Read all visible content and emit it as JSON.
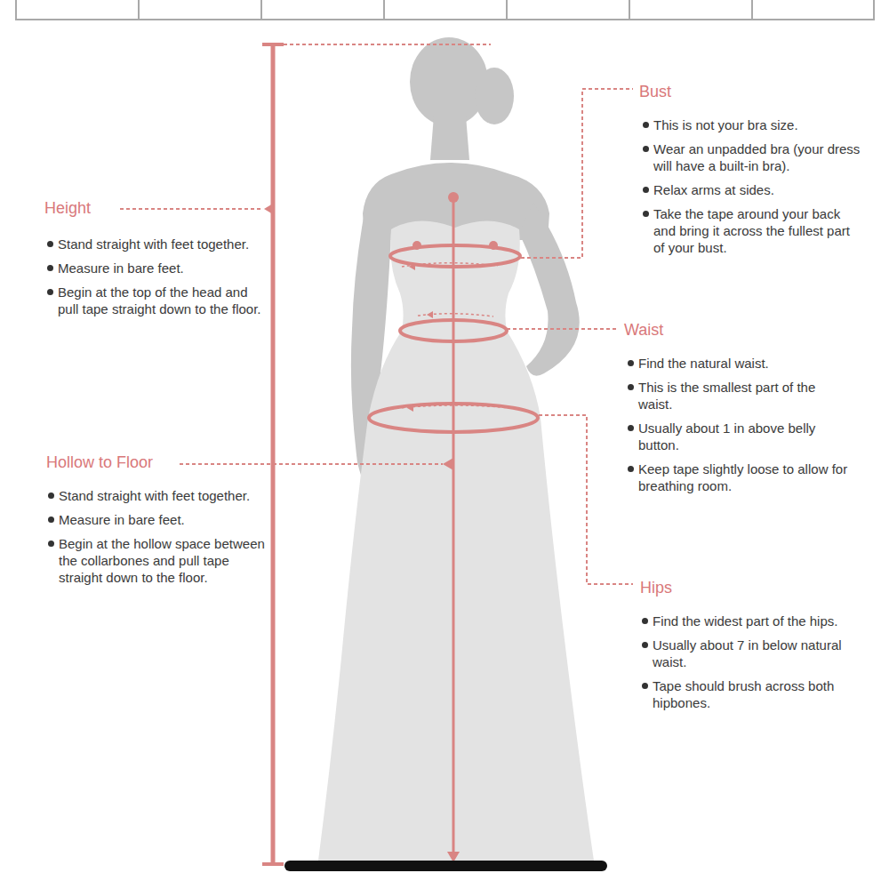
{
  "diagram": {
    "labels": [
      "Bust",
      "This is not your bra size.",
      "Wear an unpadded bra (your dress will have a built-in bra).",
      "Relax arms at sides.",
      "Take the tape around your back and bring it across the fullest part of your bust.",
      "Height",
      "Stand straight with feet together.",
      "Measure in bare feet.",
      "Begin at the top of the head and pull tape straight down to the floor.",
      "Waist",
      "Find the natural waist.",
      "This is the smallest part of the waist.",
      "Usually about 1 in above belly button.",
      "Keep tape slightly loose to allow for breathing room.",
      "Hollow to Floor",
      "Stand straight with feet together.",
      "Measure in bare feet.",
      "Begin at the hollow space between the collarbones and pull tape straight down to the floor.",
      "Hips",
      "Find the widest part of the hips.",
      "Usually about 7 in below natural waist.",
      "Tape should brush across both hipbones."
    ]
  }
}
